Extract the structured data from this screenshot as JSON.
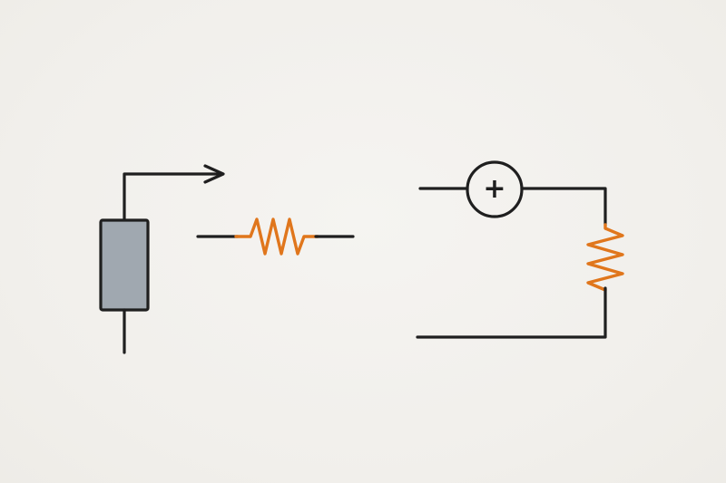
{
  "diagram": {
    "components": [
      {
        "id": "variable-component",
        "kind": "rectangle-block-with-arrow-lead"
      },
      {
        "id": "standalone-resistor",
        "kind": "resistor"
      },
      {
        "id": "series-circuit",
        "kind": "source-resistor-loop"
      }
    ],
    "source_symbol": "+",
    "colors": {
      "wire": "#1f1f1f",
      "resistor": "#e0761c",
      "block_fill": "#a0a8b0",
      "background": "#f2f0ec"
    }
  }
}
